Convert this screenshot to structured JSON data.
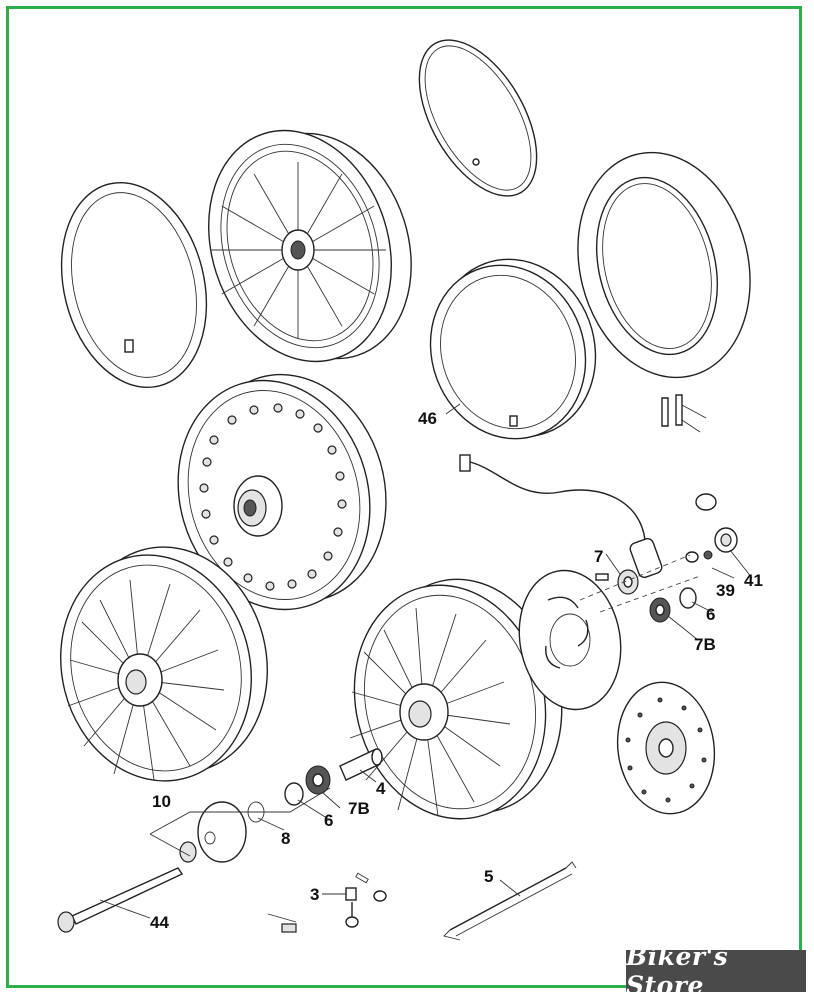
{
  "diagram": {
    "callouts": {
      "c46": "46",
      "c7": "7",
      "c39": "39",
      "c41": "41",
      "c6a": "6",
      "c7Ba": "7B",
      "c10": "10",
      "c8": "8",
      "c6b": "6",
      "c7Bb": "7B",
      "c4": "4",
      "c5": "5",
      "c3": "3",
      "c44": "44"
    }
  },
  "watermark": {
    "text": "Biker's Store"
  },
  "colors": {
    "frame": "#2bb04a",
    "watermark_bg": "#4a4a4a"
  }
}
